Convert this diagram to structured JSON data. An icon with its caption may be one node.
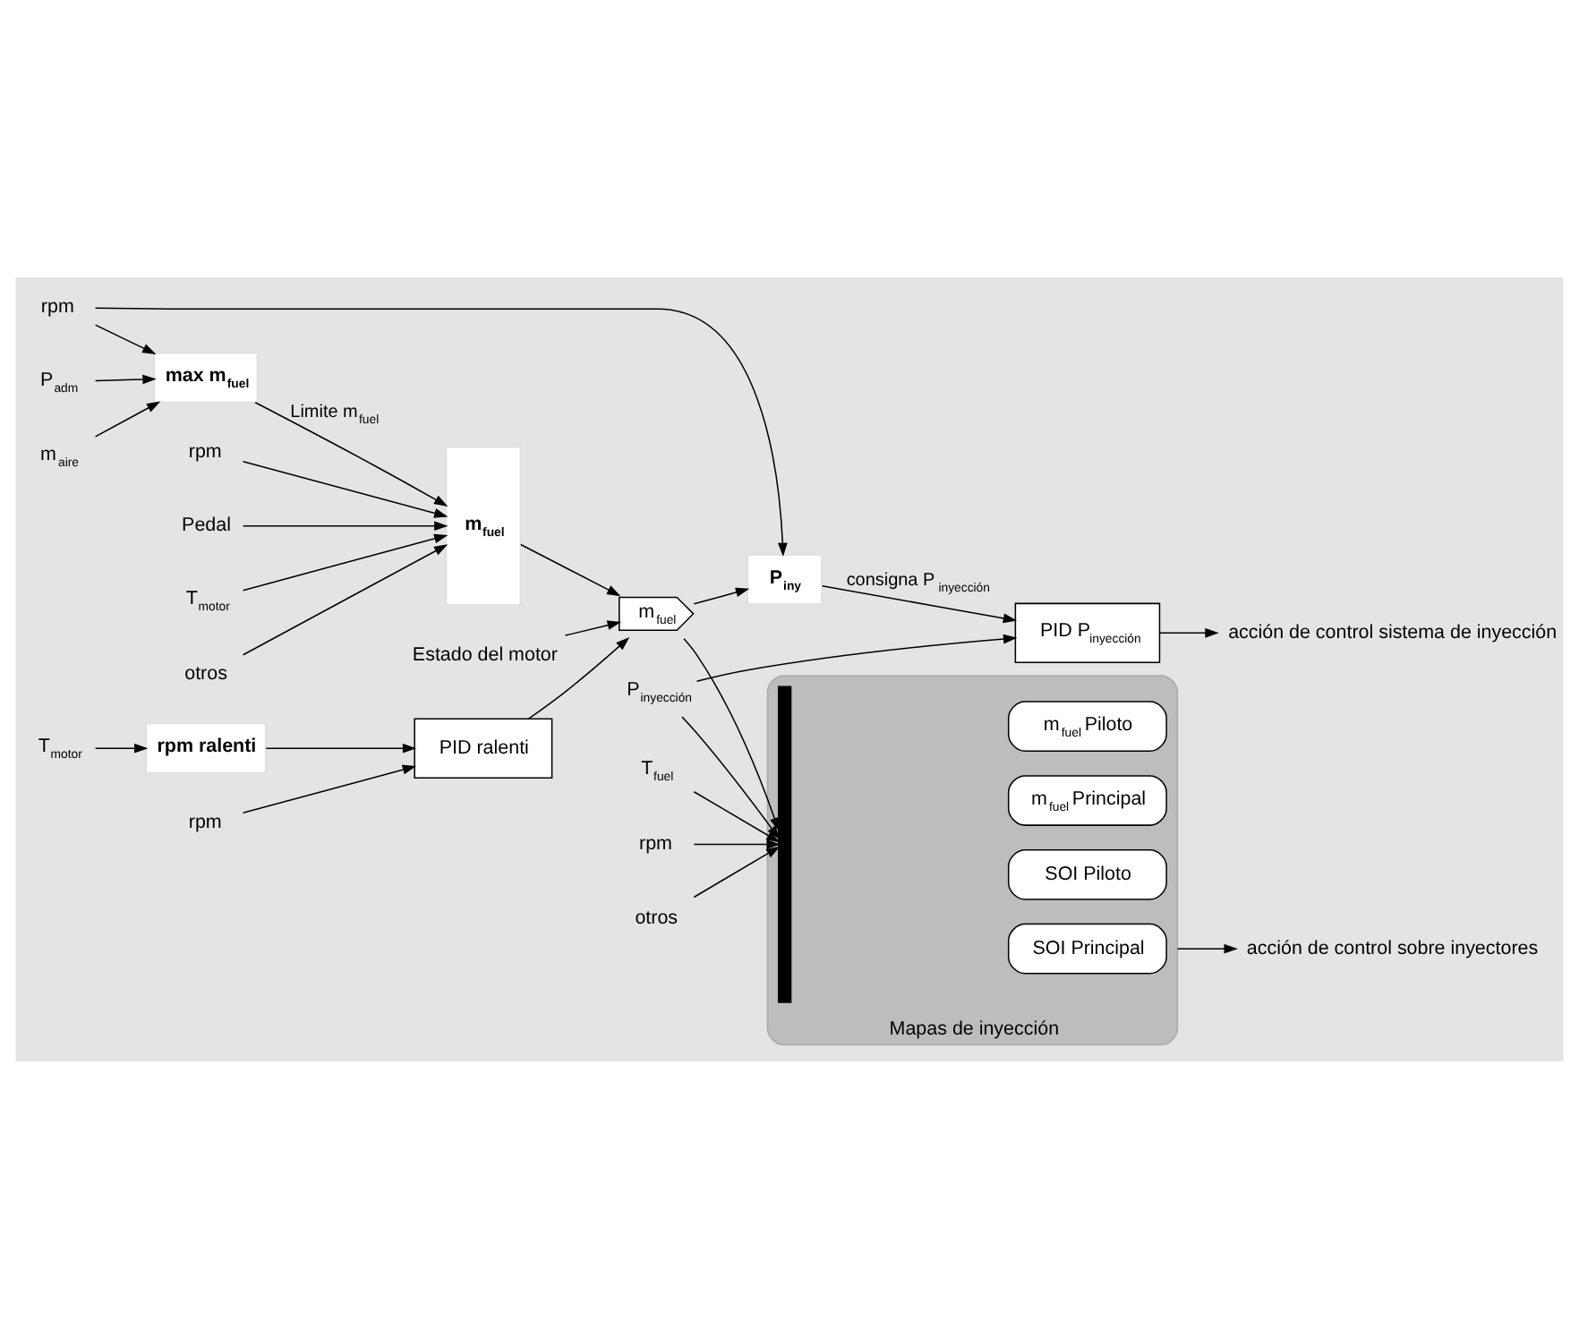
{
  "diagram": {
    "nodes": [
      {
        "text": [
          "rpm"
        ]
      },
      {
        "text": [
          "P$_{adm}$"
        ]
      },
      {
        "text": [
          "m$_{aire}$"
        ]
      },
      {
        "text": [
          "max m$_{fuel}$"
        ]
      },
      {
        "text": [
          "P$_{iny}$"
        ]
      },
      {
        "text": [
          "PID P$_{inyección}$"
        ]
      },
      {
        "text": [
          "acción de control sistema de inyección"
        ]
      },
      {
        "text": [
          "P$_{inyección}$"
        ]
      },
      {
        "text": [
          "Mapas de inyección"
        ]
      },
      {
        "text": [
          "m$_{fuel}$ Principal"
        ],
        "in": 8
      },
      {
        "text": [
          "m$_{fuel}$ Piloto"
        ],
        "in": 8
      },
      {
        "text": [
          "SOI Principal"
        ],
        "in": 8
      },
      {
        "text": [
          "SOI Piloto"
        ],
        "in": 8
      },
      {
        "text": [],
        "shape": "bar",
        "in": 8
      },
      {
        "text": [
          "acción de control sobre inyectores"
        ]
      },
      {
        "text": [
          "rpm"
        ]
      },
      {
        "text": [
          "Pedal"
        ]
      },
      {
        "text": [
          "T$_{motor}$"
        ]
      },
      {
        "text": [
          "otros"
        ]
      },
      {
        "text": [
          "m$_{fuel}$"
        ]
      },
      {
        "text": [
          "T$_{fuel}$"
        ]
      },
      {
        "text": [
          "rpm"
        ]
      },
      {
        "text": [
          "otros"
        ]
      },
      {
        "text": [
          "Estado del motor"
        ]
      },
      {
        "text": [
          "m$_{fuel}$"
        ]
      },
      {
        "text": [
          "T$_{motor}$"
        ]
      },
      {
        "text": [
          "rpm ralenti"
        ]
      },
      {
        "text": [
          "rpm"
        ]
      },
      {
        "text": [
          "PID ralenti"
        ]
      }
    ],
    "edges": [
      {
        "from": 0,
        "to": 3,
        "arrow": "to"
      },
      {
        "from": 0,
        "to": 4,
        "arrow": "to"
      },
      {
        "from": 1,
        "to": 3,
        "arrow": "to"
      },
      {
        "from": 2,
        "to": 3,
        "arrow": "to"
      },
      {
        "from": 3,
        "to": 19,
        "arrow": "to",
        "label": "Limite m$_{fuel}$"
      },
      {
        "from": 4,
        "to": 5,
        "arrow": "to",
        "label": "consigna P$_{inyección}$"
      },
      {
        "from": 5,
        "to": 6,
        "arrow": "to"
      },
      {
        "from": 7,
        "to": 5,
        "arrow": "to"
      },
      {
        "from": 7,
        "to": 13,
        "arrow": "to"
      },
      {
        "from": 24,
        "to": 4,
        "arrow": "to"
      },
      {
        "from": 24,
        "to": 13,
        "arrow": "to"
      },
      {
        "from": 20,
        "to": 13,
        "arrow": "to"
      },
      {
        "from": 21,
        "to": 13,
        "arrow": "to"
      },
      {
        "from": 22,
        "to": 13,
        "arrow": "to"
      },
      {
        "from": 8,
        "to": 14,
        "arrow": "to"
      },
      {
        "from": 15,
        "to": 19,
        "arrow": "to"
      },
      {
        "from": 16,
        "to": 19,
        "arrow": "to"
      },
      {
        "from": 17,
        "to": 19,
        "arrow": "to"
      },
      {
        "from": 18,
        "to": 19,
        "arrow": "to"
      },
      {
        "from": 19,
        "to": 24,
        "arrow": "to"
      },
      {
        "from": 23,
        "to": 24,
        "arrow": "to"
      },
      {
        "from": 28,
        "to": 24,
        "arrow": "to"
      },
      {
        "from": 25,
        "to": 26,
        "arrow": "to"
      },
      {
        "from": 26,
        "to": 28,
        "arrow": "to"
      },
      {
        "from": 27,
        "to": 28,
        "arrow": "to"
      }
    ]
  }
}
